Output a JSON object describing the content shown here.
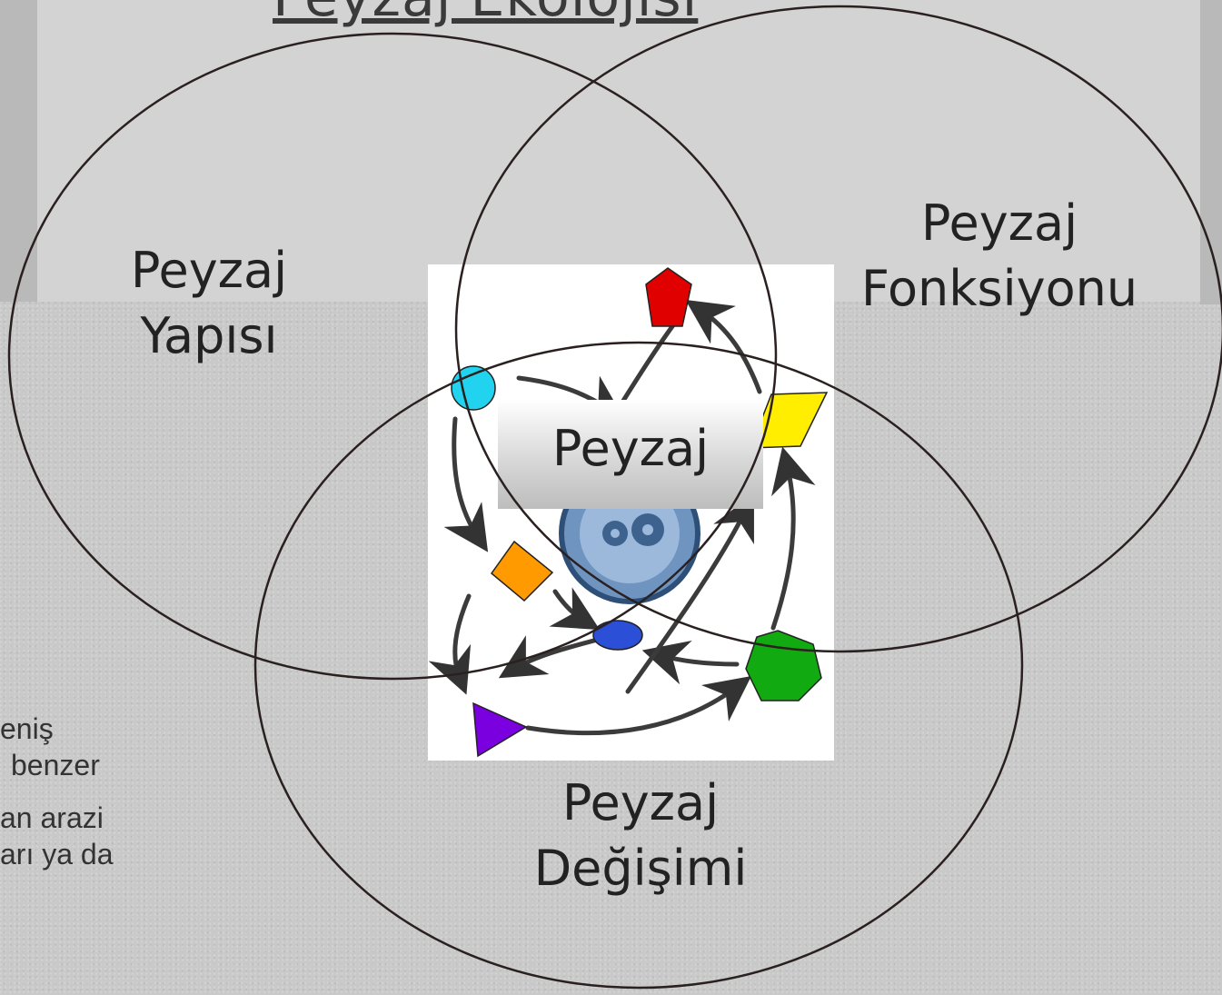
{
  "title": "Peyzaj Ekolojisi",
  "circles": {
    "structure": {
      "line1": "Peyzaj",
      "line2": "Yapısı"
    },
    "function": {
      "line1": "Peyzaj",
      "line2": "Fonksiyonu"
    },
    "change": {
      "line1": "Peyzaj",
      "line2": "Değişimi"
    }
  },
  "center_label": "Peyzaj",
  "background_text": [
    "eniş",
    "benzer",
    "an arazi",
    "arı ya da"
  ],
  "colors": {
    "circle_stroke": "#2b2020",
    "panel": "#d3d3d3",
    "shape_red": "#e00000",
    "shape_yellow": "#ffee00",
    "shape_cyan": "#22d3f0",
    "shape_orange": "#ff9a00",
    "shape_blue": "#2b4fd6",
    "shape_green": "#11aa11",
    "shape_purple": "#7a00e0",
    "gear_blue": "#7ea2c8"
  }
}
